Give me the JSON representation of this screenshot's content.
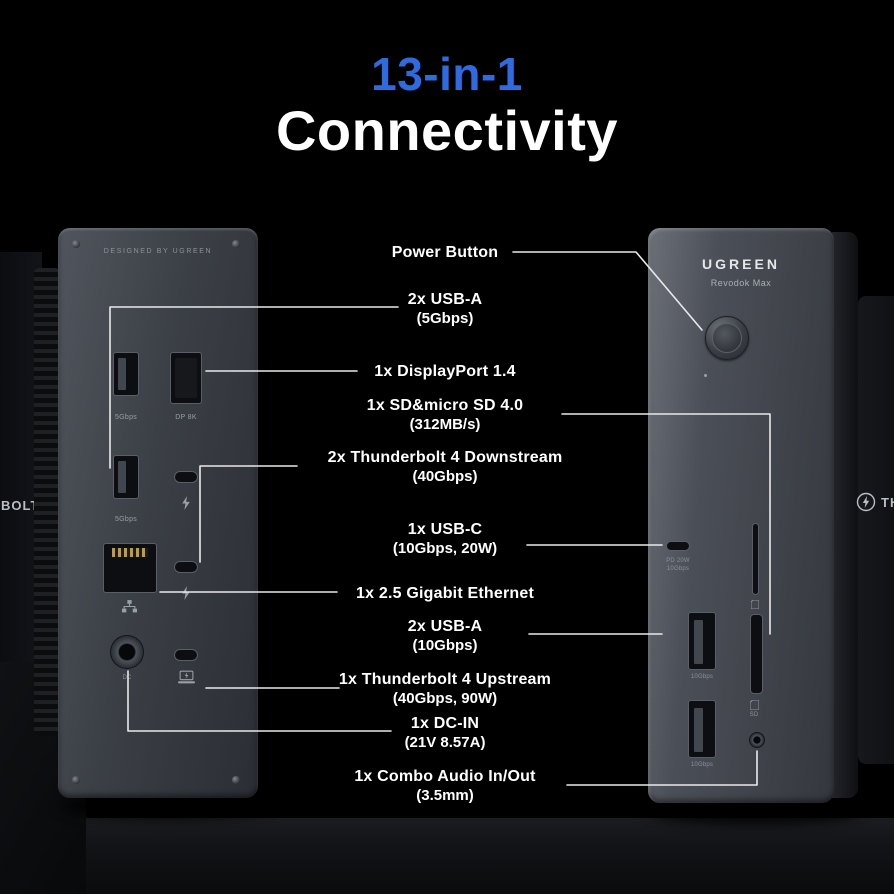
{
  "title": {
    "accent": "13-in-1",
    "main": "Connectivity"
  },
  "colors": {
    "accent_blue": "#2f6be0",
    "background": "#000000",
    "text": "#ffffff",
    "leader_line": "#e9e9e9",
    "device_gray": "#3b3f46"
  },
  "left_device": {
    "engraving": "DESIGNED BY UGREEN",
    "side_partial_text": "BOLT.",
    "ports": {
      "usba1_label": "5Gbps",
      "dp_label": "DP 8K",
      "usba2_label": "5Gbps",
      "dc_label": "DC"
    }
  },
  "right_device": {
    "brand": "UGREEN",
    "model": "Revodok Max",
    "usbc_label_line1": "PD 20W",
    "usbc_label_line2": "10Gbps",
    "usba1_label": "10Gbps",
    "usba2_label": "10Gbps",
    "sd_label": "SD",
    "side_text": "TH"
  },
  "callouts": [
    {
      "label": "Power Button",
      "sub": ""
    },
    {
      "label": "2x USB-A",
      "sub": "(5Gbps)"
    },
    {
      "label": "1x DisplayPort 1.4",
      "sub": ""
    },
    {
      "label": "1x SD&micro SD 4.0",
      "sub": "(312MB/s)"
    },
    {
      "label": "2x Thunderbolt 4 Downstream",
      "sub": "(40Gbps)"
    },
    {
      "label": "1x USB-C",
      "sub": "(10Gbps, 20W)"
    },
    {
      "label": "1x 2.5 Gigabit Ethernet",
      "sub": ""
    },
    {
      "label": "2x USB-A",
      "sub": "(10Gbps)"
    },
    {
      "label": "1x Thunderbolt 4 Upstream",
      "sub": "(40Gbps, 90W)"
    },
    {
      "label": "1x DC-IN",
      "sub": "(21V 8.57A)"
    },
    {
      "label": "1x Combo Audio In/Out",
      "sub": "(3.5mm)"
    }
  ]
}
